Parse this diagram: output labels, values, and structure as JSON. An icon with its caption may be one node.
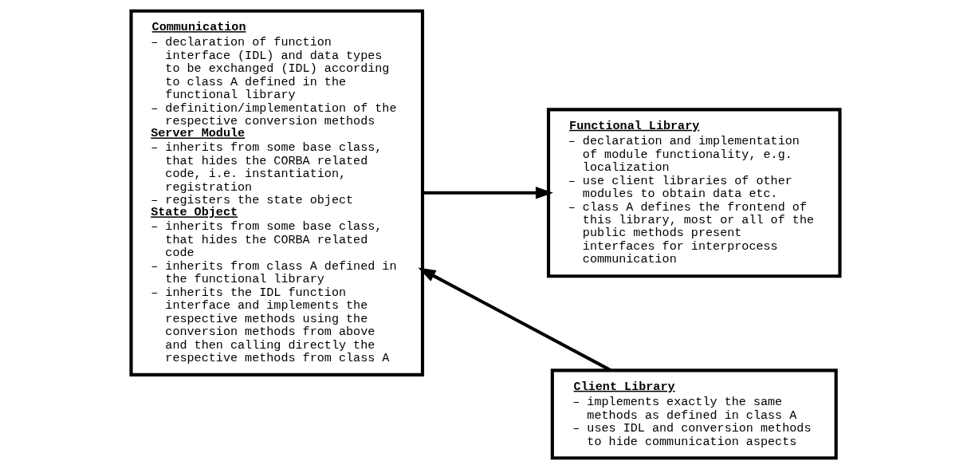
{
  "diagram": {
    "nodes": [
      {
        "text": [
          "Communication",
          "– declaration of function interface (IDL) and data types to be exchanged (IDL) according to class A defined in the functional library",
          "– definition/implementation of the respective conversion methods",
          "Server Module",
          "– inherits from some base class, that hides the CORBA related code, i.e. instantiation, registration",
          "– registers the state object",
          "State Object",
          "– inherits from some base class, that hides the CORBA related code",
          "– inherits from class A defined in the functional library",
          "– inherits the IDL function interface and implements the respective methods using the conversion methods from above and then calling directly the respective methods from class A"
        ]
      },
      {
        "text": [
          "Client Library",
          "– implements exactly the same methods as defined in class A",
          "– uses IDL and conversion methods to hide communication aspects"
        ]
      },
      {
        "text": [
          "Functional Library",
          "– declaration and implementation of module functionality, e.g. localization",
          "– use client libraries of other modules to obtain data etc.",
          "– class A defines the frontend of this library, most or all of the public methods present interfaces for interprocess communication"
        ]
      }
    ],
    "edges": [
      {
        "from": 1,
        "to": 0,
        "arrow": "to"
      },
      {
        "from": 0,
        "to": 2,
        "arrow": "to"
      }
    ]
  }
}
